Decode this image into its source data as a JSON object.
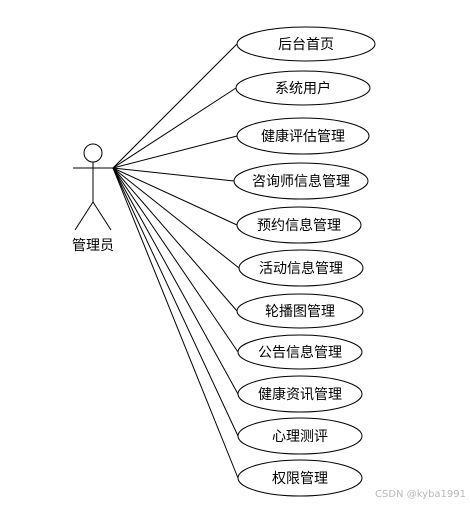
{
  "actor": {
    "label": "管理员"
  },
  "use_cases": [
    {
      "label": "后台首页"
    },
    {
      "label": "系统用户"
    },
    {
      "label": "健康评估管理"
    },
    {
      "label": "咨询师信息管理"
    },
    {
      "label": "预约信息管理"
    },
    {
      "label": "活动信息管理"
    },
    {
      "label": "轮播图管理"
    },
    {
      "label": "公告信息管理"
    },
    {
      "label": "健康资讯管理"
    },
    {
      "label": "心理测评"
    },
    {
      "label": "权限管理"
    }
  ],
  "watermark": "CSDN @kyba1991",
  "colors": {
    "stroke": "#000000",
    "background": "#ffffff",
    "watermark": "#b8b8b8"
  }
}
